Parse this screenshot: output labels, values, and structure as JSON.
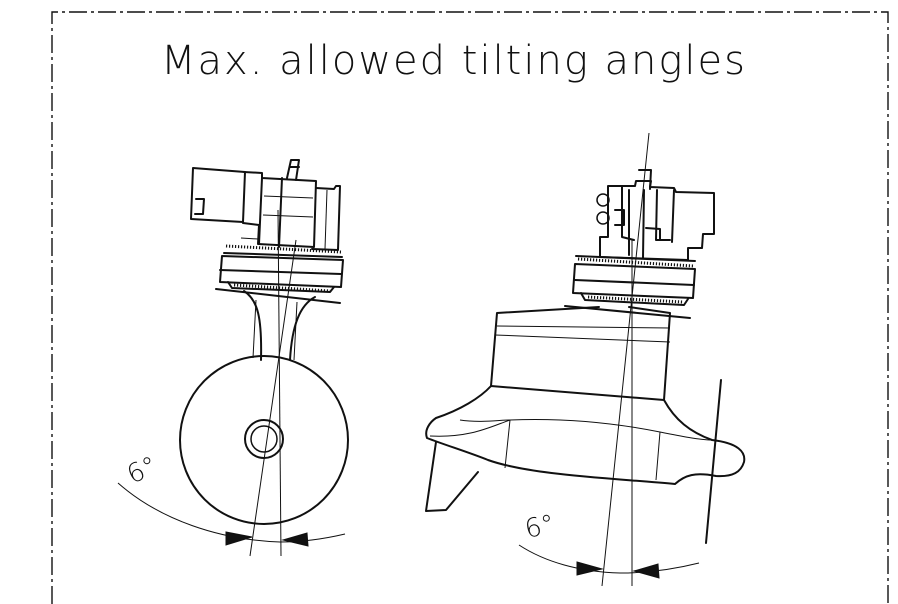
{
  "title": "Max. allowed tilting angles",
  "left_view": {
    "angle_label": "6°"
  },
  "right_view": {
    "angle_label": "6°"
  }
}
